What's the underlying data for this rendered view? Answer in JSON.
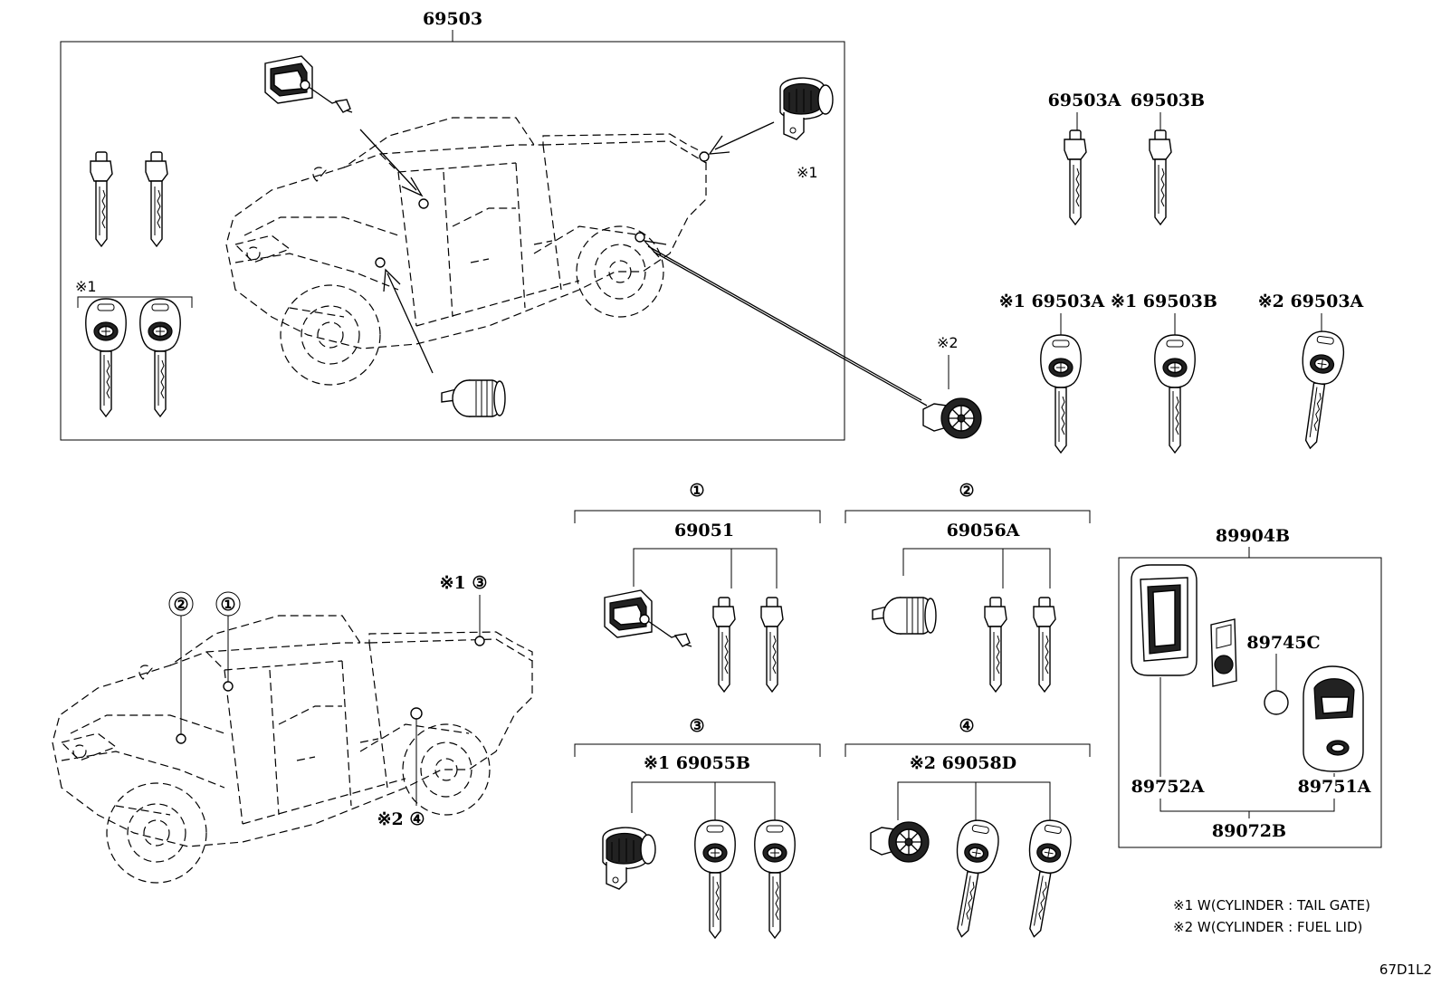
{
  "diagram_code": "67D1L2",
  "sections": {
    "top_set": {
      "part": "69503"
    },
    "circle1": {
      "marker": "①",
      "part": "69051"
    },
    "circle2": {
      "marker": "②",
      "part": "69056A"
    },
    "circle3": {
      "marker": "③",
      "part": "※1 69055B"
    },
    "circle4": {
      "marker": "④",
      "part": "※2 69058D"
    },
    "remote": {
      "part": "89904B",
      "battery": "89745C",
      "case": "89752A",
      "cover": "89751A",
      "sub": "89072B"
    }
  },
  "labels": {
    "note1_top": "※1",
    "note1_left": "※1",
    "note2_top": "※2",
    "key_a": "69503A",
    "key_b": "69503B",
    "key_a_n1": "※1 69503A",
    "key_b_n1": "※1 69503B",
    "key_a_n2": "※2 69503A",
    "truck_c2": "②",
    "truck_c1": "①",
    "truck_c3": "※1 ③",
    "truck_c4": "※2 ④"
  },
  "legend": [
    "※1 W(CYLINDER : TAIL GATE)",
    "※2 W(CYLINDER : FUEL LID)"
  ]
}
